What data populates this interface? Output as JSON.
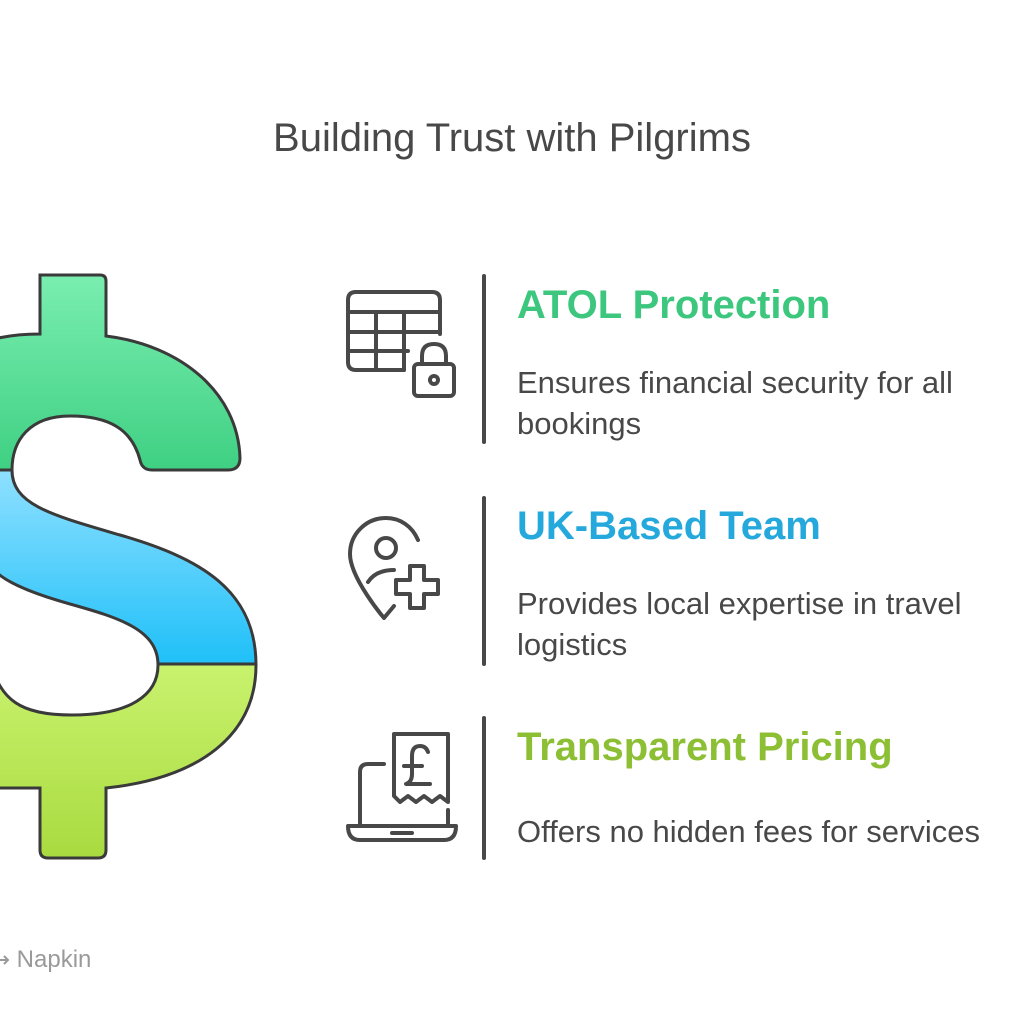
{
  "title": "Building Trust with Pilgrims",
  "items": [
    {
      "title": "ATOL Protection",
      "description": "Ensures financial security for all bookings",
      "icon": "table-lock-icon",
      "color": "#3dc77e"
    },
    {
      "title": "UK-Based Team",
      "description": "Provides local expertise in travel logistics",
      "icon": "location-plus-icon",
      "color": "#25a9dc"
    },
    {
      "title": "Transparent Pricing",
      "description": "Offers no hidden fees for services",
      "icon": "pound-receipt-laptop-icon",
      "color": "#8cbf34"
    }
  ],
  "dollar_colors": {
    "top": "#45d18a",
    "middle": "#28c4f5",
    "bottom": "#b7e052",
    "outline": "#3a3a3a"
  },
  "watermark": "Napkin"
}
